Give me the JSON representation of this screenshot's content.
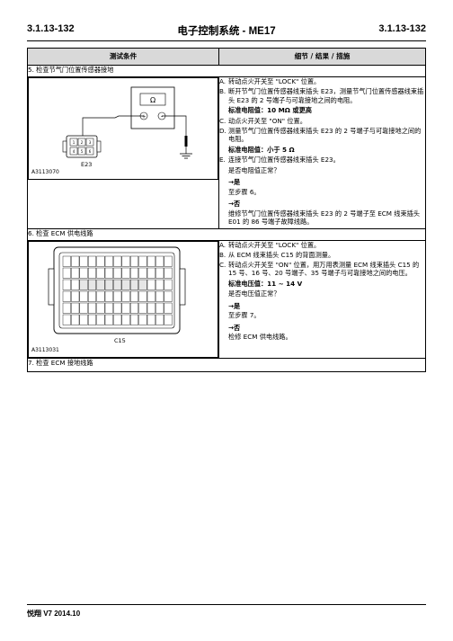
{
  "header": {
    "section_left": "3.1.13-132",
    "title": "电子控制系统 - ME17",
    "section_right": "3.1.13-132"
  },
  "table": {
    "col_conditions": "测试条件",
    "col_details": "细节 / 结果 / 措施"
  },
  "step5": {
    "title": "5. 检查节气门位置传感器接地",
    "figure": {
      "id": "A3113070",
      "connector_label": "E23",
      "ohm_symbol": "Ω",
      "plus": "+",
      "minus": "-",
      "pins_top": [
        "1",
        "2",
        "3"
      ],
      "pins_bottom": [
        "4",
        "5",
        "6"
      ]
    },
    "items": [
      {
        "key": "A.",
        "text": "转动点火开关至 \"LOCK\" 位置。"
      },
      {
        "key": "B.",
        "text": "断开节气门位置传感器线束插头 E23，测量节气门位置传感器线束插头 E23 的 2 号端子与可靠接地之间的电阻。"
      }
    ],
    "spec1": "标准电阻值：10 MΩ 或更高",
    "items2": [
      {
        "key": "C.",
        "text": "动点火开关至 \"ON\" 位置。"
      },
      {
        "key": "D.",
        "text": "测量节气门位置传感器线束插头 E23 的 2 号端子与可靠接地之间的电阻。"
      }
    ],
    "spec2": "标准电阻值：小于 5 Ω",
    "items3": [
      {
        "key": "E.",
        "text": "连接节气门位置传感器线束插头 E23。"
      }
    ],
    "question": "是否电阻值正常？",
    "yes": "→是",
    "yes_action": "至步骤 6。",
    "no": "→否",
    "no_action": "维修节气门位置传感器线束插头 E23 的 2 号端子至 ECM 线束插头 E01 的 86 号端子故障线路。"
  },
  "step6": {
    "title": "6. 检查 ECM 供电线路",
    "figure": {
      "id": "A3113031",
      "connector_label": "C15"
    },
    "items": [
      {
        "key": "A.",
        "text": "转动点火开关至 \"LOCK\" 位置。"
      },
      {
        "key": "B.",
        "text": "从 ECM 线束插头 C15 的背面测量。"
      },
      {
        "key": "C.",
        "text": "转动点火开关至 \"ON\" 位置，用万用表测量 ECM 线束插头 C15 的 15 号、16 号、20 号端子、35 号端子与可靠接地之间的电压。"
      }
    ],
    "spec": "标准电压值：11 ~ 14 V",
    "question": "是否电压值正常？",
    "yes": "→是",
    "yes_action": "至步骤 7。",
    "no": "→否",
    "no_action": "检修 ECM 供电线路。"
  },
  "step7": {
    "title": "7. 检查 ECM 接地线路"
  },
  "footer": {
    "text": "悦翔 V7 2014.10"
  }
}
